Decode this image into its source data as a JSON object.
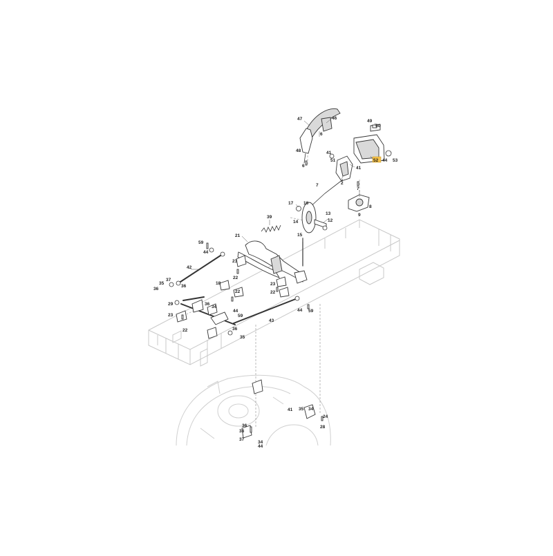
{
  "diagram": {
    "callouts": [
      {
        "id": "c-47",
        "text": "47",
        "highlight": false
      },
      {
        "id": "c-46",
        "text": "46",
        "highlight": false
      },
      {
        "id": "c-6a",
        "text": "6",
        "highlight": false
      },
      {
        "id": "c-48",
        "text": "48",
        "highlight": false
      },
      {
        "id": "c-6b",
        "text": "6",
        "highlight": false
      },
      {
        "id": "c-49",
        "text": "49",
        "highlight": false
      },
      {
        "id": "c-50",
        "text": "50",
        "highlight": false
      },
      {
        "id": "c-41a",
        "text": "41",
        "highlight": false
      },
      {
        "id": "c-51",
        "text": "51",
        "highlight": false
      },
      {
        "id": "c-52",
        "text": "52",
        "highlight": true
      },
      {
        "id": "c-44a",
        "text": "44",
        "highlight": false
      },
      {
        "id": "c-53",
        "text": "53",
        "highlight": false
      },
      {
        "id": "c-41b",
        "text": "41",
        "highlight": false
      },
      {
        "id": "c-2",
        "text": "2",
        "highlight": false
      },
      {
        "id": "c-7a",
        "text": "7",
        "highlight": false
      },
      {
        "id": "c-7b",
        "text": "7",
        "highlight": false
      },
      {
        "id": "c-8",
        "text": "8",
        "highlight": false
      },
      {
        "id": "c-9",
        "text": "9",
        "highlight": false
      },
      {
        "id": "c-17",
        "text": "17",
        "highlight": false
      },
      {
        "id": "c-16",
        "text": "16",
        "highlight": false
      },
      {
        "id": "c-14",
        "text": "14",
        "highlight": false
      },
      {
        "id": "c-13",
        "text": "13",
        "highlight": false
      },
      {
        "id": "c-12",
        "text": "12",
        "highlight": false
      },
      {
        "id": "c-39",
        "text": "39",
        "highlight": false
      },
      {
        "id": "c-15",
        "text": "15",
        "highlight": false
      },
      {
        "id": "c-21",
        "text": "21",
        "highlight": false
      },
      {
        "id": "c-59a",
        "text": "59",
        "highlight": false
      },
      {
        "id": "c-44b",
        "text": "44",
        "highlight": false
      },
      {
        "id": "c-42",
        "text": "42",
        "highlight": false
      },
      {
        "id": "c-37a",
        "text": "37",
        "highlight": false
      },
      {
        "id": "c-35a",
        "text": "35",
        "highlight": false
      },
      {
        "id": "c-36a",
        "text": "36",
        "highlight": false
      },
      {
        "id": "c-36b",
        "text": "36",
        "highlight": false
      },
      {
        "id": "c-23a",
        "text": "23",
        "highlight": false
      },
      {
        "id": "c-22a",
        "text": "22",
        "highlight": false
      },
      {
        "id": "c-18",
        "text": "18",
        "highlight": false
      },
      {
        "id": "c-22b",
        "text": "22",
        "highlight": false
      },
      {
        "id": "c-23b",
        "text": "23",
        "highlight": false
      },
      {
        "id": "c-22c",
        "text": "22",
        "highlight": false
      },
      {
        "id": "c-29",
        "text": "29",
        "highlight": false
      },
      {
        "id": "c-36c",
        "text": "36",
        "highlight": false
      },
      {
        "id": "c-34a",
        "text": "34",
        "highlight": false
      },
      {
        "id": "c-44c",
        "text": "44",
        "highlight": false
      },
      {
        "id": "c-59b",
        "text": "59",
        "highlight": false
      },
      {
        "id": "c-23c",
        "text": "23",
        "highlight": false
      },
      {
        "id": "c-22d",
        "text": "22",
        "highlight": false
      },
      {
        "id": "c-44d",
        "text": "44",
        "highlight": false
      },
      {
        "id": "c-59c",
        "text": "59",
        "highlight": false
      },
      {
        "id": "c-43",
        "text": "43",
        "highlight": false
      },
      {
        "id": "c-36d",
        "text": "36",
        "highlight": false
      },
      {
        "id": "c-35b",
        "text": "35",
        "highlight": false
      },
      {
        "id": "c-41c",
        "text": "41",
        "highlight": false
      },
      {
        "id": "c-35c",
        "text": "35",
        "highlight": false
      },
      {
        "id": "c-34b",
        "text": "34",
        "highlight": false
      },
      {
        "id": "c-24",
        "text": "24",
        "highlight": false
      },
      {
        "id": "c-28",
        "text": "28",
        "highlight": false
      },
      {
        "id": "c-36e",
        "text": "36",
        "highlight": false
      },
      {
        "id": "c-38",
        "text": "38",
        "highlight": false
      },
      {
        "id": "c-37b",
        "text": "37",
        "highlight": false
      },
      {
        "id": "c-34c",
        "text": "34",
        "highlight": false
      },
      {
        "id": "c-44e",
        "text": "44",
        "highlight": false
      }
    ]
  }
}
